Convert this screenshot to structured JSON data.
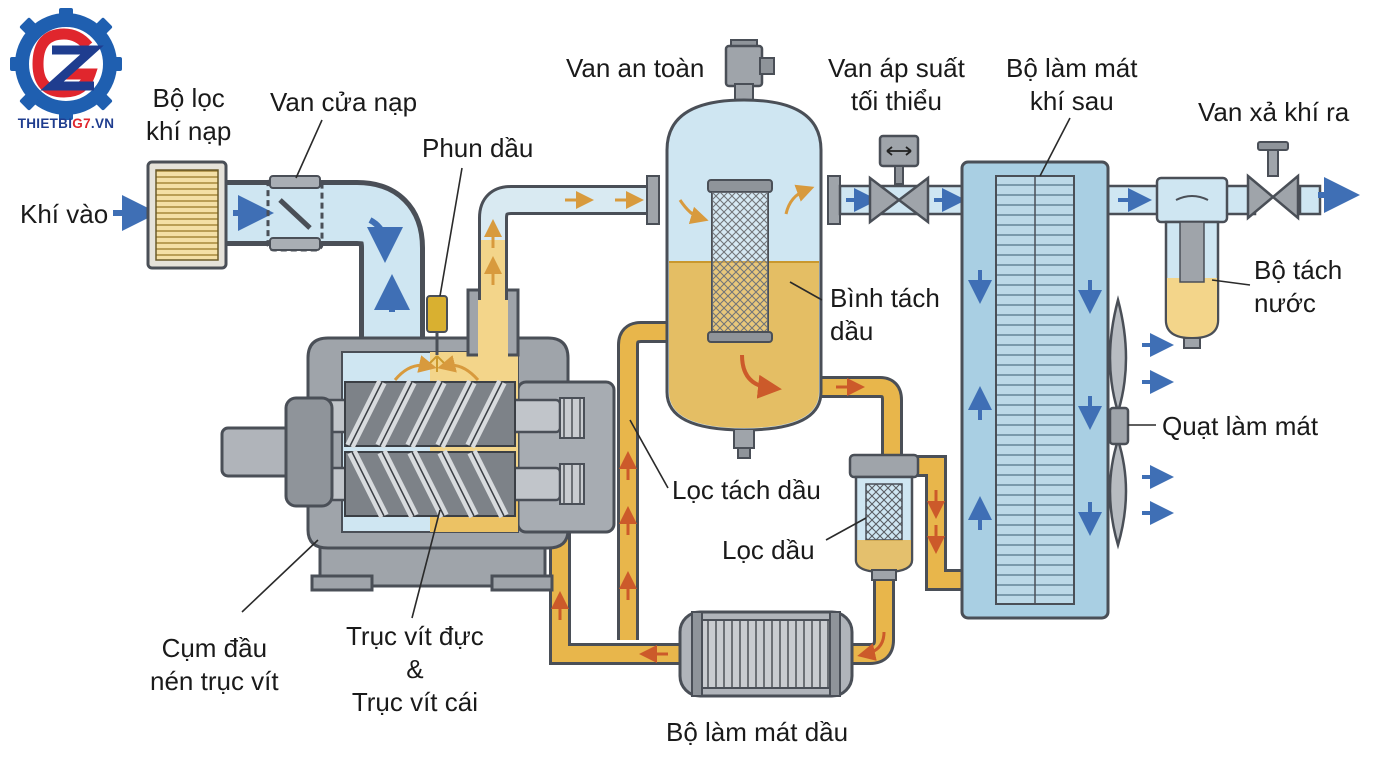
{
  "logo": {
    "text_prefix": "THIETBI",
    "text_accent": "G7",
    "text_suffix": ".VN",
    "colors": {
      "gear": "#1f5fb0",
      "letter_g": "#e0262d",
      "letter_z": "#1f3d8f"
    }
  },
  "labels": {
    "air_intake": "Khí vào",
    "intake_filter": [
      "Bộ lọc",
      "khí nạp"
    ],
    "intake_valve": "Van cửa nạp",
    "oil_injection": "Phun dầu",
    "safety_valve": "Van an toàn",
    "min_pressure_valve": [
      "Van áp suất",
      "tối thiểu"
    ],
    "aftercooler": [
      "Bộ làm mát",
      "khí sau"
    ],
    "discharge_valve": "Van xả khí ra",
    "oil_separator_tank": [
      "Bình tách",
      "dầu"
    ],
    "water_separator": [
      "Bộ tách",
      "nước"
    ],
    "cooling_fan": "Quạt làm mát",
    "oil_separator_filter": "Lọc tách dầu",
    "oil_filter": "Lọc dầu",
    "compressor_head": [
      "Cụm đầu",
      "nén trục vít"
    ],
    "rotors": [
      "Trục vít đực",
      "&",
      "Trục vít cái"
    ],
    "oil_cooler": "Bộ làm mát dầu"
  },
  "colors": {
    "air": "#cfe6f2",
    "air_outline": "#4a4f57",
    "oil": "#e8b64b",
    "oil_light": "#f3d58a",
    "metal": "#9fa4aa",
    "metal_dark": "#6b7077",
    "flow_arrow_air": "#3f6fb5",
    "flow_arrow_oil": "#cc5a2a",
    "cooler_body": "#a9cfe3"
  }
}
